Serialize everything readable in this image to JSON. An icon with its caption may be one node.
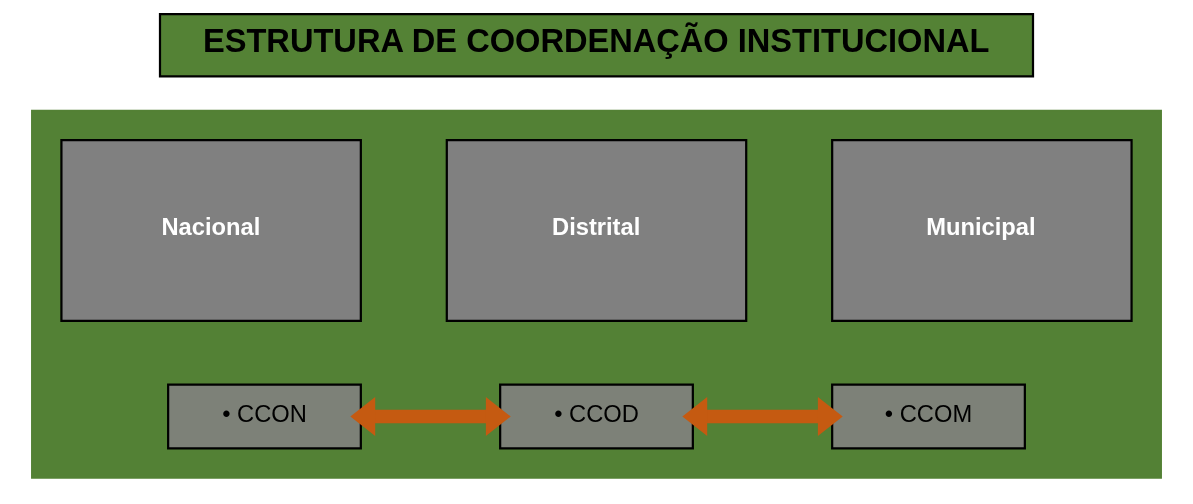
{
  "diagram": {
    "nodes": [
      {
        "text": [
          "ESTRUTURA DE COORDENAÇÃO INSTITUCIONAL"
        ]
      },
      {
        "text": [],
        "shape": "box"
      },
      {
        "text": [
          "Nacional"
        ],
        "in": 1
      },
      {
        "text": [
          "Distrital"
        ],
        "in": 1
      },
      {
        "text": [
          "Municipal"
        ],
        "in": 1
      },
      {
        "text": [
          "• CCON"
        ],
        "in": 1
      },
      {
        "text": [
          "• CCOD"
        ],
        "in": 1
      },
      {
        "text": [
          "• CCOM"
        ],
        "in": 1
      }
    ],
    "edges": [
      {
        "from": 5,
        "to": 6,
        "arrow": "both"
      },
      {
        "from": 6,
        "to": 7,
        "arrow": "both"
      }
    ]
  }
}
